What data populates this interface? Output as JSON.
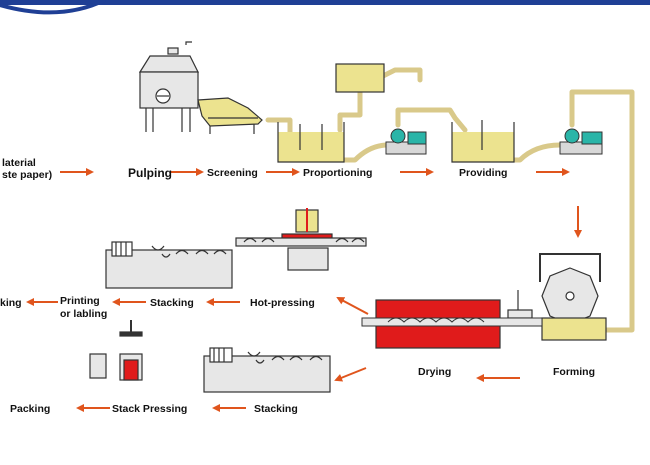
{
  "colors": {
    "arrow": "#e0551d",
    "pipe": "#d9c98a",
    "tank_fill": "#ece38f",
    "machine_fill": "#e7e7e7",
    "dryer": "#e01b1b",
    "pump": "#2ab5a8",
    "header_band": "#1f3f95"
  },
  "labels": {
    "raw_material_line1": "laterial",
    "raw_material_line2": "ste paper)",
    "pulping": "Pulping",
    "screening": "Screening",
    "proportioning": "Proportioning",
    "providing": "Providing",
    "forming": "Forming",
    "drying": "Drying",
    "hot_pressing": "Hot-pressing",
    "stacking_1": "Stacking",
    "printing_line1": "Printing",
    "printing_line2": "or labling",
    "packing_cut": "king",
    "stacking_2": "Stacking",
    "stack_pressing": "Stack Pressing",
    "packing": "Packing"
  }
}
